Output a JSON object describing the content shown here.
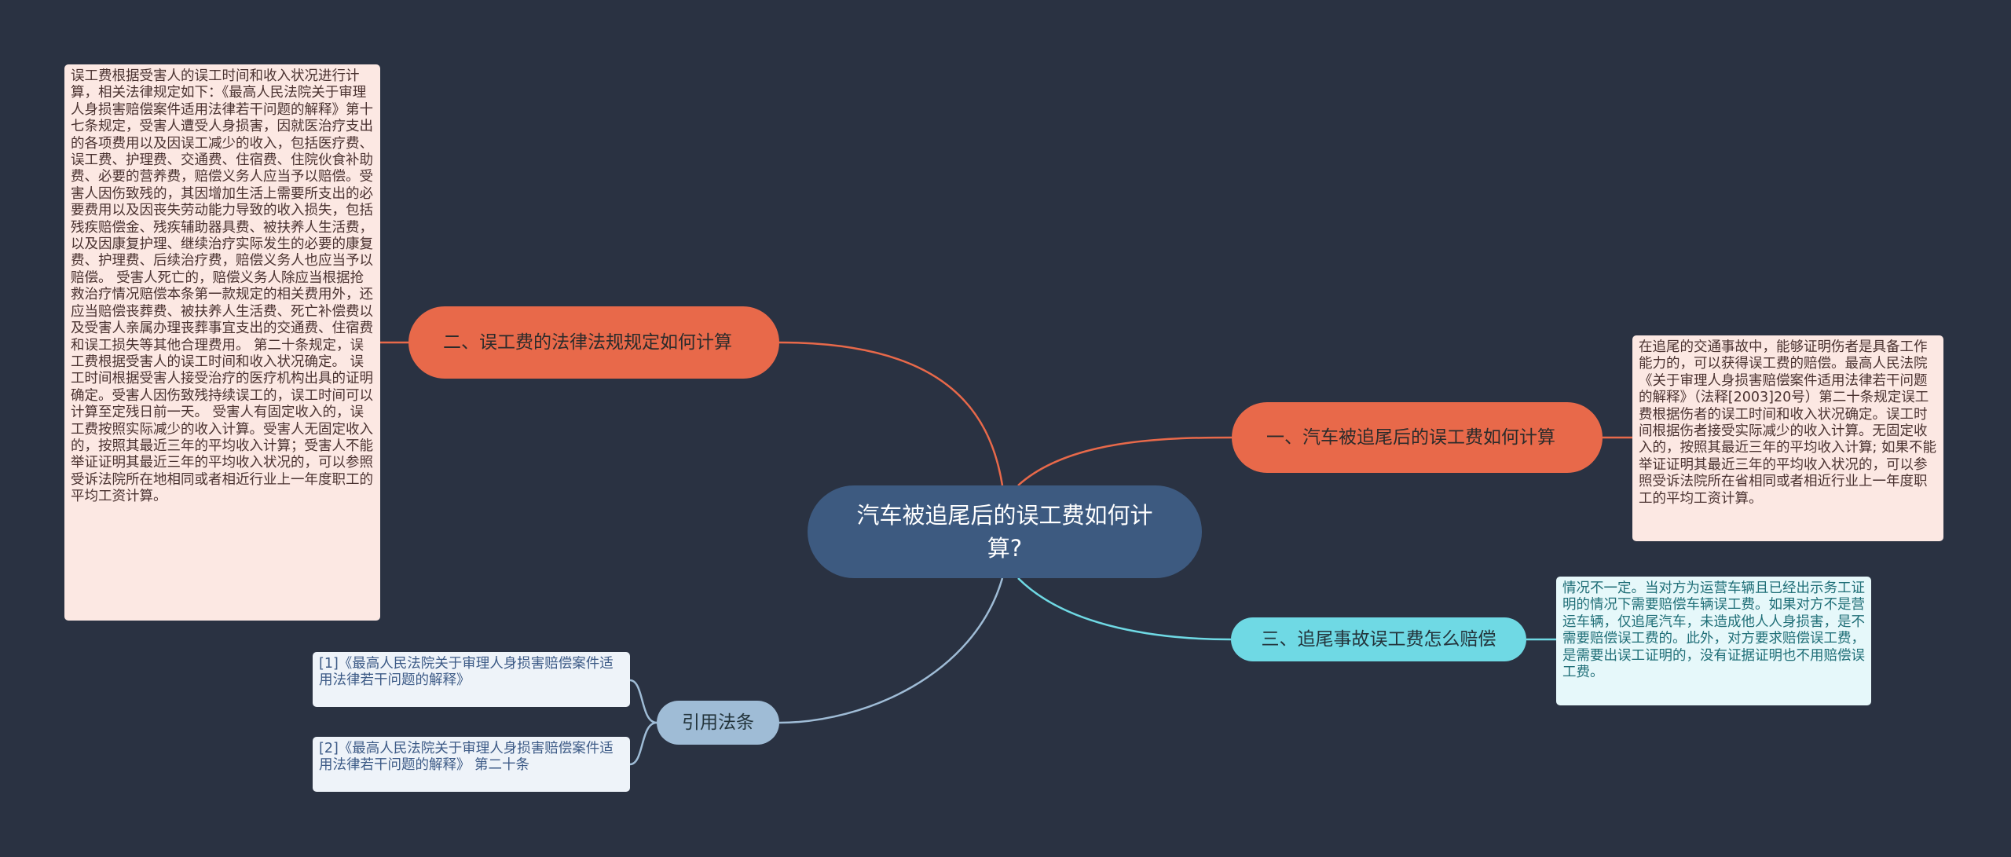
{
  "center": {
    "title": "汽车被追尾后的误工费如何计算?"
  },
  "branches": [
    {
      "id": "b1",
      "label": "一、汽车被追尾后的误工费如何计算"
    },
    {
      "id": "b2",
      "label": "二、误工费的法律法规规定如何计算"
    },
    {
      "id": "b3",
      "label": "三、追尾事故误工费怎么赔偿"
    },
    {
      "id": "b4",
      "label": "引用法条"
    }
  ],
  "leaves": {
    "b1_text": "在追尾的交通事故中，能够证明伤者是具备工作能力的，可以获得误工费的赔偿。最高人民法院《关于审理人身损害赔偿案件适用法律若干问题的解释》（法释[2003]20号）第二十条规定误工费根据伤者的误工时间和收入状况确定。误工时间根据伤者接受实际减少的收入计算。无固定收入的，按照其最近三年的平均收入计算; 如果不能举证证明其最近三年的平均收入状况的，可以参照受诉法院所在省相同或者相近行业上一年度职工的平均工资计算。",
    "b2_text": "误工费根据受害人的误工时间和收入状况进行计算，相关法律规定如下：《最高人民法院关于审理人身损害赔偿案件适用法律若干问题的解释》第十七条规定，受害人遭受人身损害，因就医治疗支出的各项费用以及因误工减少的收入，包括医疗费、误工费、护理费、交通费、住宿费、住院伙食补助费、必要的营养费，赔偿义务人应当予以赔偿。受害人因伤致残的，其因增加生活上需要所支出的必要费用以及因丧失劳动能力导致的收入损失，包括残疾赔偿金、残疾辅助器具费、被扶养人生活费，以及因康复护理、继续治疗实际发生的必要的康复费、护理费、后续治疗费，赔偿义务人也应当予以赔偿。 受害人死亡的，赔偿义务人除应当根据抢救治疗情况赔偿本条第一款规定的相关费用外，还应当赔偿丧葬费、被扶养人生活费、死亡补偿费以及受害人亲属办理丧葬事宜支出的交通费、住宿费和误工损失等其他合理费用。 第二十条规定，误工费根据受害人的误工时间和收入状况确定。 误工时间根据受害人接受治疗的医疗机构出具的证明确定。受害人因伤致残持续误工的，误工时间可以计算至定残日前一天。 受害人有固定收入的，误工费按照实际减少的收入计算。受害人无固定收入的，按照其最近三年的平均收入计算；受害人不能举证证明其最近三年的平均收入状况的，可以参照受诉法院所在地相同或者相近行业上一年度职工的平均工资计算。",
    "b3_text": "情况不一定。当对方为运营车辆且已经出示务工证明的情况下需要赔偿车辆误工费。如果对方不是营运车辆，仅追尾汽车，未造成他人人身损害，是不需要赔偿误工费的。此外，对方要求赔偿误工费，是需要出误工证明的，没有证据证明也不用赔偿误工费。",
    "b4_ref1": "[1]《最高人民法院关于审理人身损害赔偿案件适用法律若干问题的解释》",
    "b4_ref2": "[2]《最高人民法院关于审理人身损害赔偿案件适用法律若干问题的解释》 第二十条"
  },
  "colors": {
    "background": "#2a3242",
    "center": "#3d5a80",
    "orange": "#e8694a",
    "cyan": "#6fd9e4",
    "blue": "#9fbcd6",
    "leaf_pink": "#fce8e3",
    "leaf_cyan": "#e6f8fa",
    "leaf_blue": "#eef3f9"
  }
}
